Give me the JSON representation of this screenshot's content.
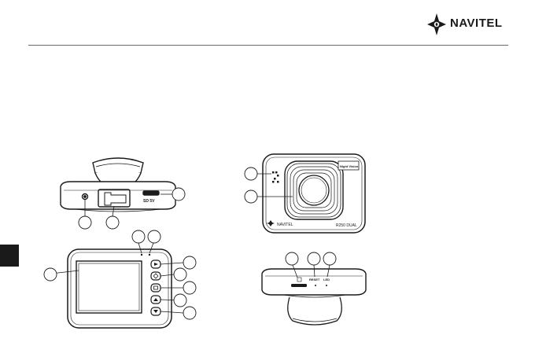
{
  "header": {
    "brand_name": "NAVITEL",
    "logo_icon": "compass-star-icon",
    "rule_color": "#6a6a6a"
  },
  "side_tab": {
    "color": "#1a1a1a"
  },
  "figures": {
    "bottom_view": {
      "port_label": "SD 5V"
    },
    "front_view": {
      "badge_label": "Night Vision",
      "brand_label": "NAVITEL",
      "model_label": "R250 DUAL"
    },
    "side_view": {
      "label_a": "RESET",
      "label_b": "LED"
    }
  }
}
